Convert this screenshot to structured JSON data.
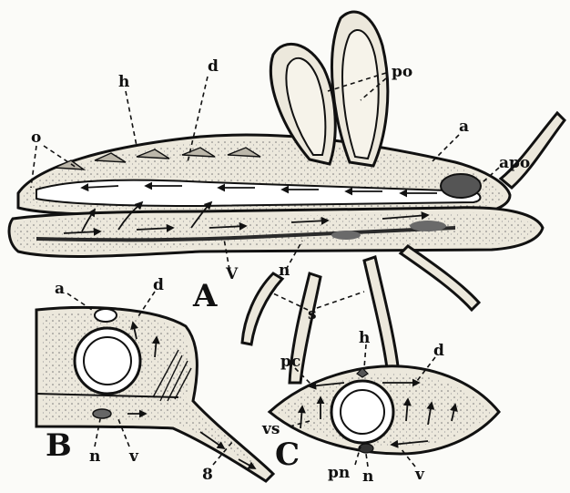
{
  "figure": {
    "panels": [
      {
        "id": "A",
        "label": "A"
      },
      {
        "id": "B",
        "label": "B"
      },
      {
        "id": "C",
        "label": "C"
      }
    ],
    "labels_A": {
      "o": "o",
      "h": "h",
      "d": "d",
      "po": "po",
      "a": "a",
      "apo": "apo",
      "n": "n",
      "v": "V",
      "s": "s"
    },
    "labels_B": {
      "a": "a",
      "d": "d",
      "n": "n",
      "v": "v",
      "s": "8"
    },
    "labels_C": {
      "h": "h",
      "pc": "pc",
      "d": "d",
      "vs": "vs",
      "pn": "pn",
      "n": "n",
      "v": "v"
    }
  }
}
